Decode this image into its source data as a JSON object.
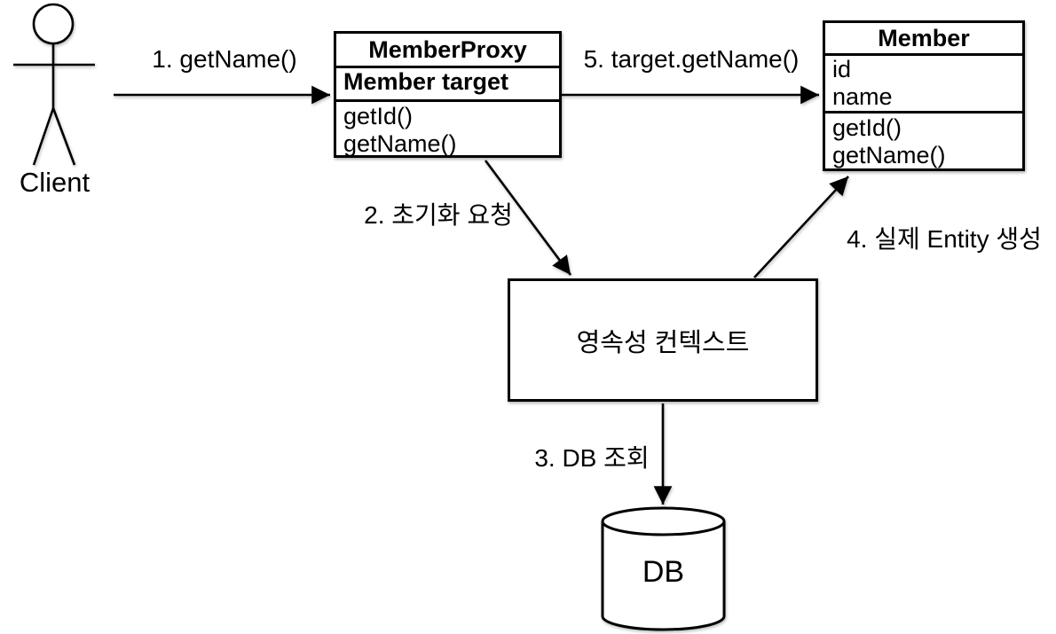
{
  "actor": {
    "label": "Client"
  },
  "classes": {
    "member_proxy": {
      "title": "MemberProxy",
      "attributes": [
        "Member target"
      ],
      "methods": [
        "getId()",
        "getName()"
      ]
    },
    "member": {
      "title": "Member",
      "attributes": [
        "id",
        "name"
      ],
      "methods": [
        "getId()",
        "getName()"
      ]
    }
  },
  "persistence_context": {
    "label": "영속성 컨텍스트"
  },
  "database": {
    "label": "DB"
  },
  "steps": {
    "step1": "1. getName()",
    "step2": "2. 초기화 요청",
    "step3": "3. DB 조회",
    "step4": "4. 실제 Entity 생성",
    "step5": "5. target.getName()"
  },
  "colors": {
    "line": "#000000",
    "fill": "#ffffff",
    "text": "#000000"
  }
}
